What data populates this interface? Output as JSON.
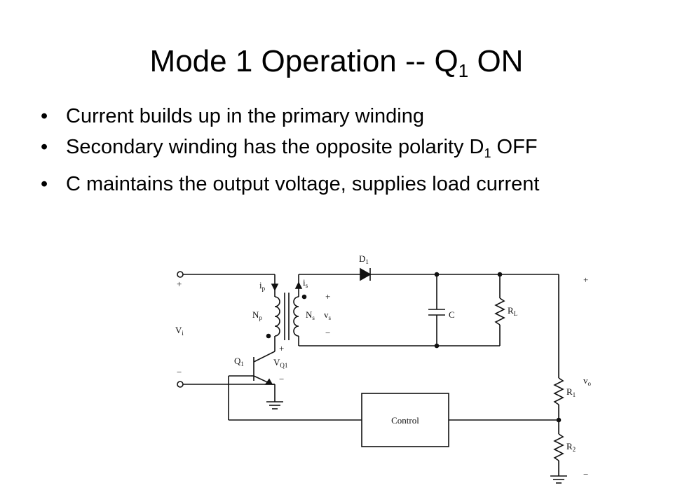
{
  "slide": {
    "title_main": "Mode 1 Operation -- Q",
    "title_sub": "1",
    "title_end": " ON",
    "bullets": [
      {
        "text": "Current builds up in the primary winding",
        "sub": "",
        "after": ""
      },
      {
        "text": "Secondary winding has the opposite polarity D",
        "sub": "1",
        "after": " OFF"
      },
      {
        "text": "C maintains the output voltage, supplies load current",
        "sub": "",
        "after": ""
      }
    ],
    "bullet_glyph": "•"
  },
  "circuit": {
    "labels": {
      "D": "D",
      "D_sub": "1",
      "ip": "i",
      "ip_sub": "p",
      "is": "i",
      "is_sub": "s",
      "Np": "N",
      "Np_sub": "p",
      "Ns": "N",
      "Ns_sub": "s",
      "vs": "v",
      "vs_sub": "s",
      "Vi": "V",
      "Vi_sub": "i",
      "Q1": "Q",
      "Q1_sub": "1",
      "VQ1": "V",
      "VQ1_sub": "Q1",
      "C": "C",
      "RL": "R",
      "RL_sub": "L",
      "R1": "R",
      "R1_sub": "1",
      "R2": "R",
      "R2_sub": "2",
      "vo": "v",
      "vo_sub": "o",
      "control": "Control",
      "plus": "+",
      "minus": "−"
    }
  }
}
